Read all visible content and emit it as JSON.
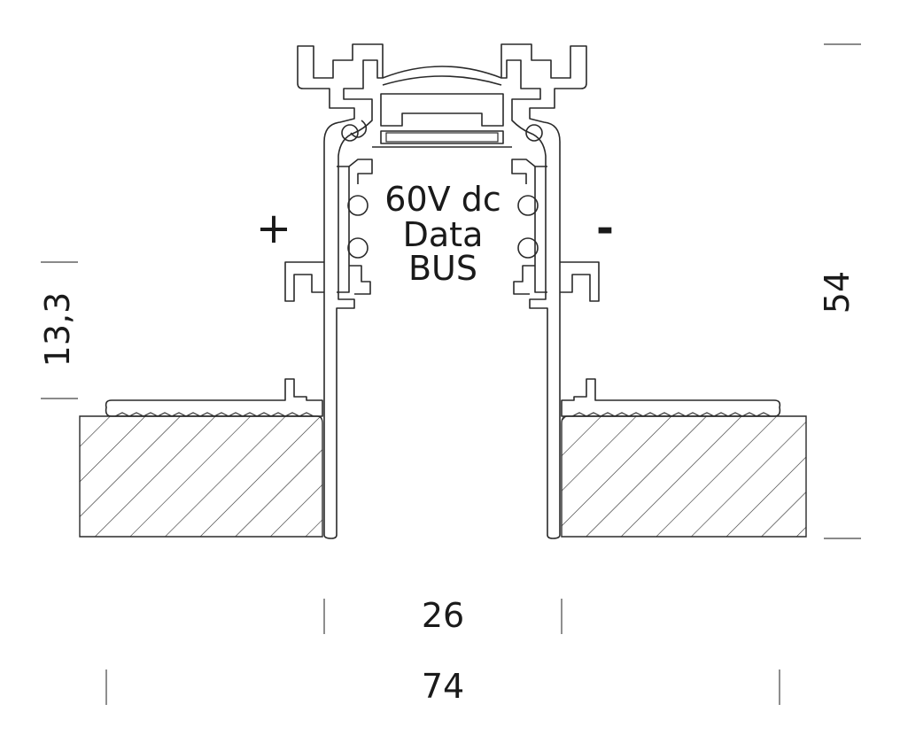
{
  "labels": {
    "voltage": "60V dc",
    "data": "Data",
    "bus": "BUS",
    "plus": "+",
    "minus": "-"
  },
  "dimensions": {
    "inner_width": "26",
    "total_width": "74",
    "height": "54",
    "side_height": "13,3"
  },
  "colors": {
    "stroke": "#2a2a2a",
    "text": "#1a1a1a",
    "background": "#ffffff"
  }
}
